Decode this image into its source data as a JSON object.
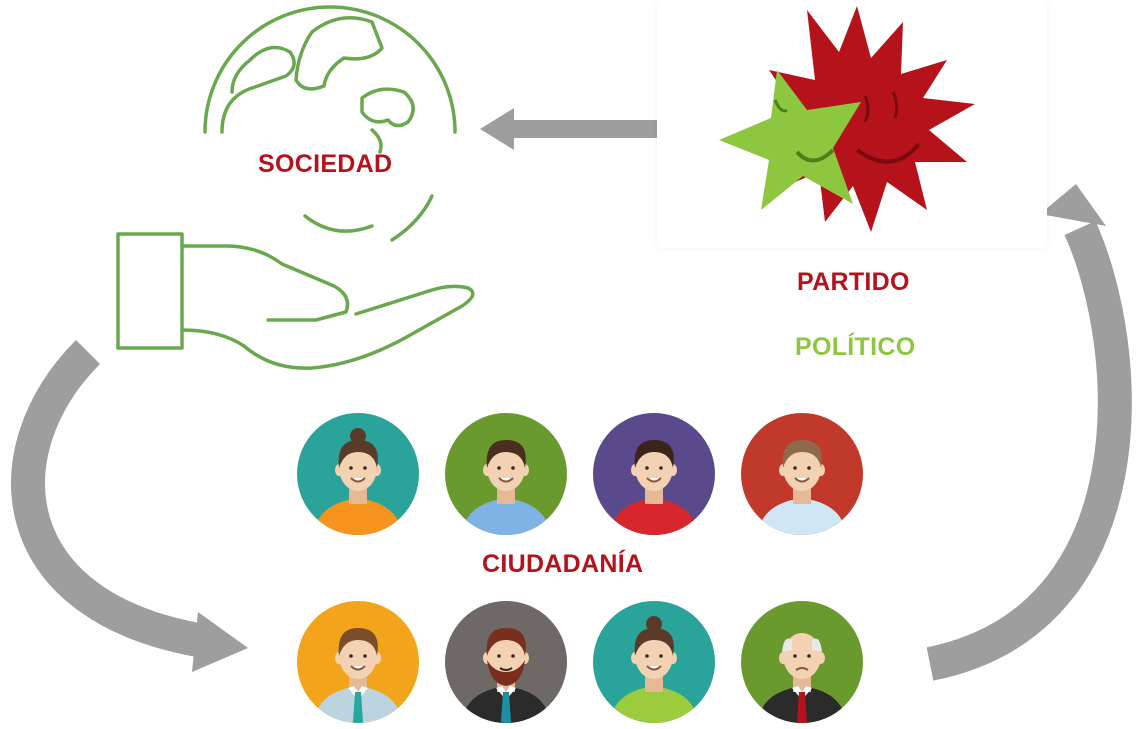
{
  "labels": {
    "sociedad": "SOCIEDAD",
    "partido": "PARTIDO",
    "politico": "POLÍTICO",
    "ciudadania": "CIUDADANÍA"
  },
  "colors": {
    "red": "#b5121b",
    "green": "#8dc63f",
    "outline_green": "#6aa84f",
    "arrow_gray": "#9e9e9e"
  },
  "icons": {
    "society": "globe-in-hand-icon",
    "party": "star-sun-logo-icon",
    "citizens": "person-avatar-icon"
  },
  "citizens": [
    {
      "bg": "#2aa39a",
      "hair": "#5a3b2a",
      "shirt": "#f7941d",
      "bun": true,
      "beard": false,
      "tie": "",
      "gray": false
    },
    {
      "bg": "#6a9a2e",
      "hair": "#4a2f21",
      "shirt": "#7fb2e5",
      "bun": false,
      "beard": false,
      "tie": "",
      "gray": false
    },
    {
      "bg": "#5b4a8b",
      "hair": "#3b241a",
      "shirt": "#d7262e",
      "bun": false,
      "beard": false,
      "tie": "",
      "gray": false
    },
    {
      "bg": "#c0392b",
      "hair": "#8d6a4a",
      "shirt": "#cfe6f5",
      "bun": false,
      "beard": false,
      "tie": "",
      "gray": false
    },
    {
      "bg": "#f2a51a",
      "hair": "#7a4e2a",
      "shirt": "#bcd3e0",
      "bun": false,
      "beard": false,
      "tie": "#27a7a0",
      "gray": false
    },
    {
      "bg": "#6e6866",
      "hair": "#7a2e1e",
      "shirt": "#2b2b2b",
      "bun": false,
      "beard": true,
      "tie": "#1d8fa0",
      "gray": false
    },
    {
      "bg": "#2aa39a",
      "hair": "#5a3b2a",
      "shirt": "#9ccc3d",
      "bun": true,
      "beard": false,
      "tie": "",
      "gray": false
    },
    {
      "bg": "#6a9a2e",
      "hair": "#e8e8e8",
      "shirt": "#2b2b2b",
      "bun": false,
      "beard": false,
      "tie": "#b5121b",
      "gray": true
    }
  ]
}
